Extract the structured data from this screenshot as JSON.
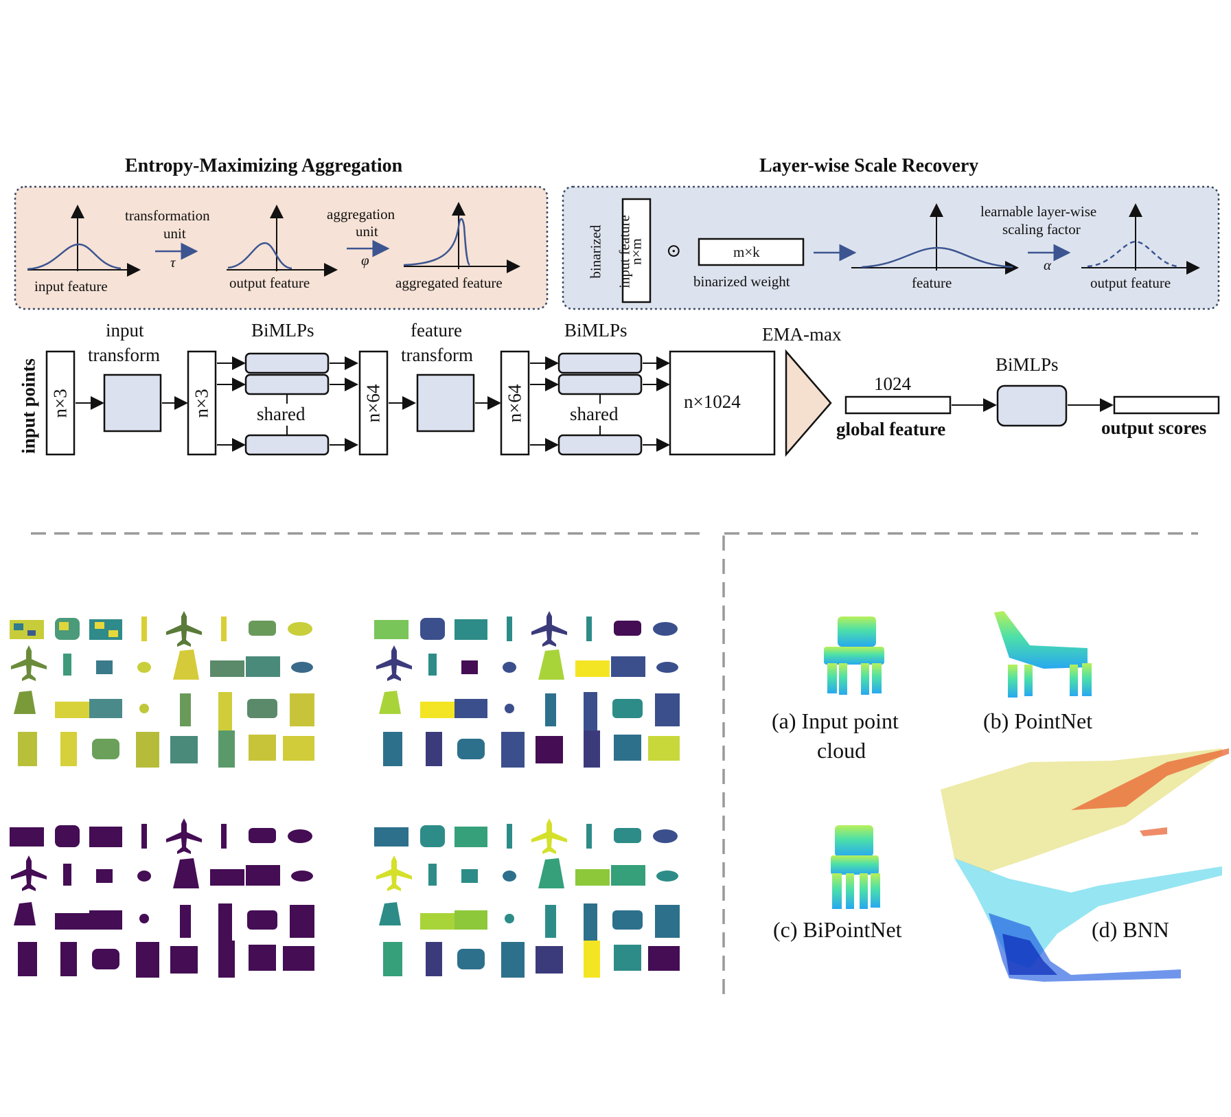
{
  "top": {
    "ema_title": "Entropy-Maximizing Aggregation",
    "lsr_title": "Layer-wise Scale Recovery",
    "ema": {
      "input_feature": "input feature",
      "transformation_unit_line1": "transformation",
      "transformation_unit_line2": "unit",
      "tau": "τ",
      "output_feature": "output feature",
      "aggregation_unit_line1": "aggregation",
      "aggregation_unit_line2": "unit",
      "phi": "φ",
      "aggregated_feature": "aggregated feature"
    },
    "lsr": {
      "binarized_input_line1": "binarized",
      "binarized_input_line2": "input feature",
      "nxm": "n×m",
      "odot": "⊙",
      "mxk": "m×k",
      "binarized_weight": "binarized weight",
      "feature": "feature",
      "scaling_line1": "learnable layer-wise",
      "scaling_line2": "scaling factor",
      "alpha": "α",
      "output_feature": "output feature"
    }
  },
  "pipeline": {
    "input_points": "input points",
    "nx3_a": "n×3",
    "input_transform_line1": "input",
    "input_transform_line2": "transform",
    "nx3_b": "n×3",
    "bimlps_1": "BiMLPs",
    "shared_1": "shared",
    "nx64_a": "n×64",
    "feature_transform_line1": "feature",
    "feature_transform_line2": "transform",
    "nx64_b": "n×64",
    "bimlps_2": "BiMLPs",
    "shared_2": "shared",
    "nx1024": "n×1024",
    "ema_max": "EMA-max",
    "dim_1024": "1024",
    "global_feature": "global feature",
    "bimlps_3": "BiMLPs",
    "output_scores": "output scores"
  },
  "bottom": {
    "caption_a_line1": "(a) Input point",
    "caption_a_line2": "cloud",
    "caption_b": "(b) PointNet",
    "caption_c": "(c) BiPointNet",
    "caption_d": "(d) BNN"
  },
  "colors": {
    "ema_bg": "#f6e2d6",
    "lsr_bg": "#dde3ee",
    "block_fill": "#dbe1ee",
    "curve": "#3c5591",
    "triangle": "#f5dfcf",
    "viridis_dark": "#440d54",
    "viridis_teal": "#2e8c88",
    "viridis_yellow": "#f4e524"
  },
  "icons": [
    "airplane-icon",
    "chair-icon"
  ]
}
